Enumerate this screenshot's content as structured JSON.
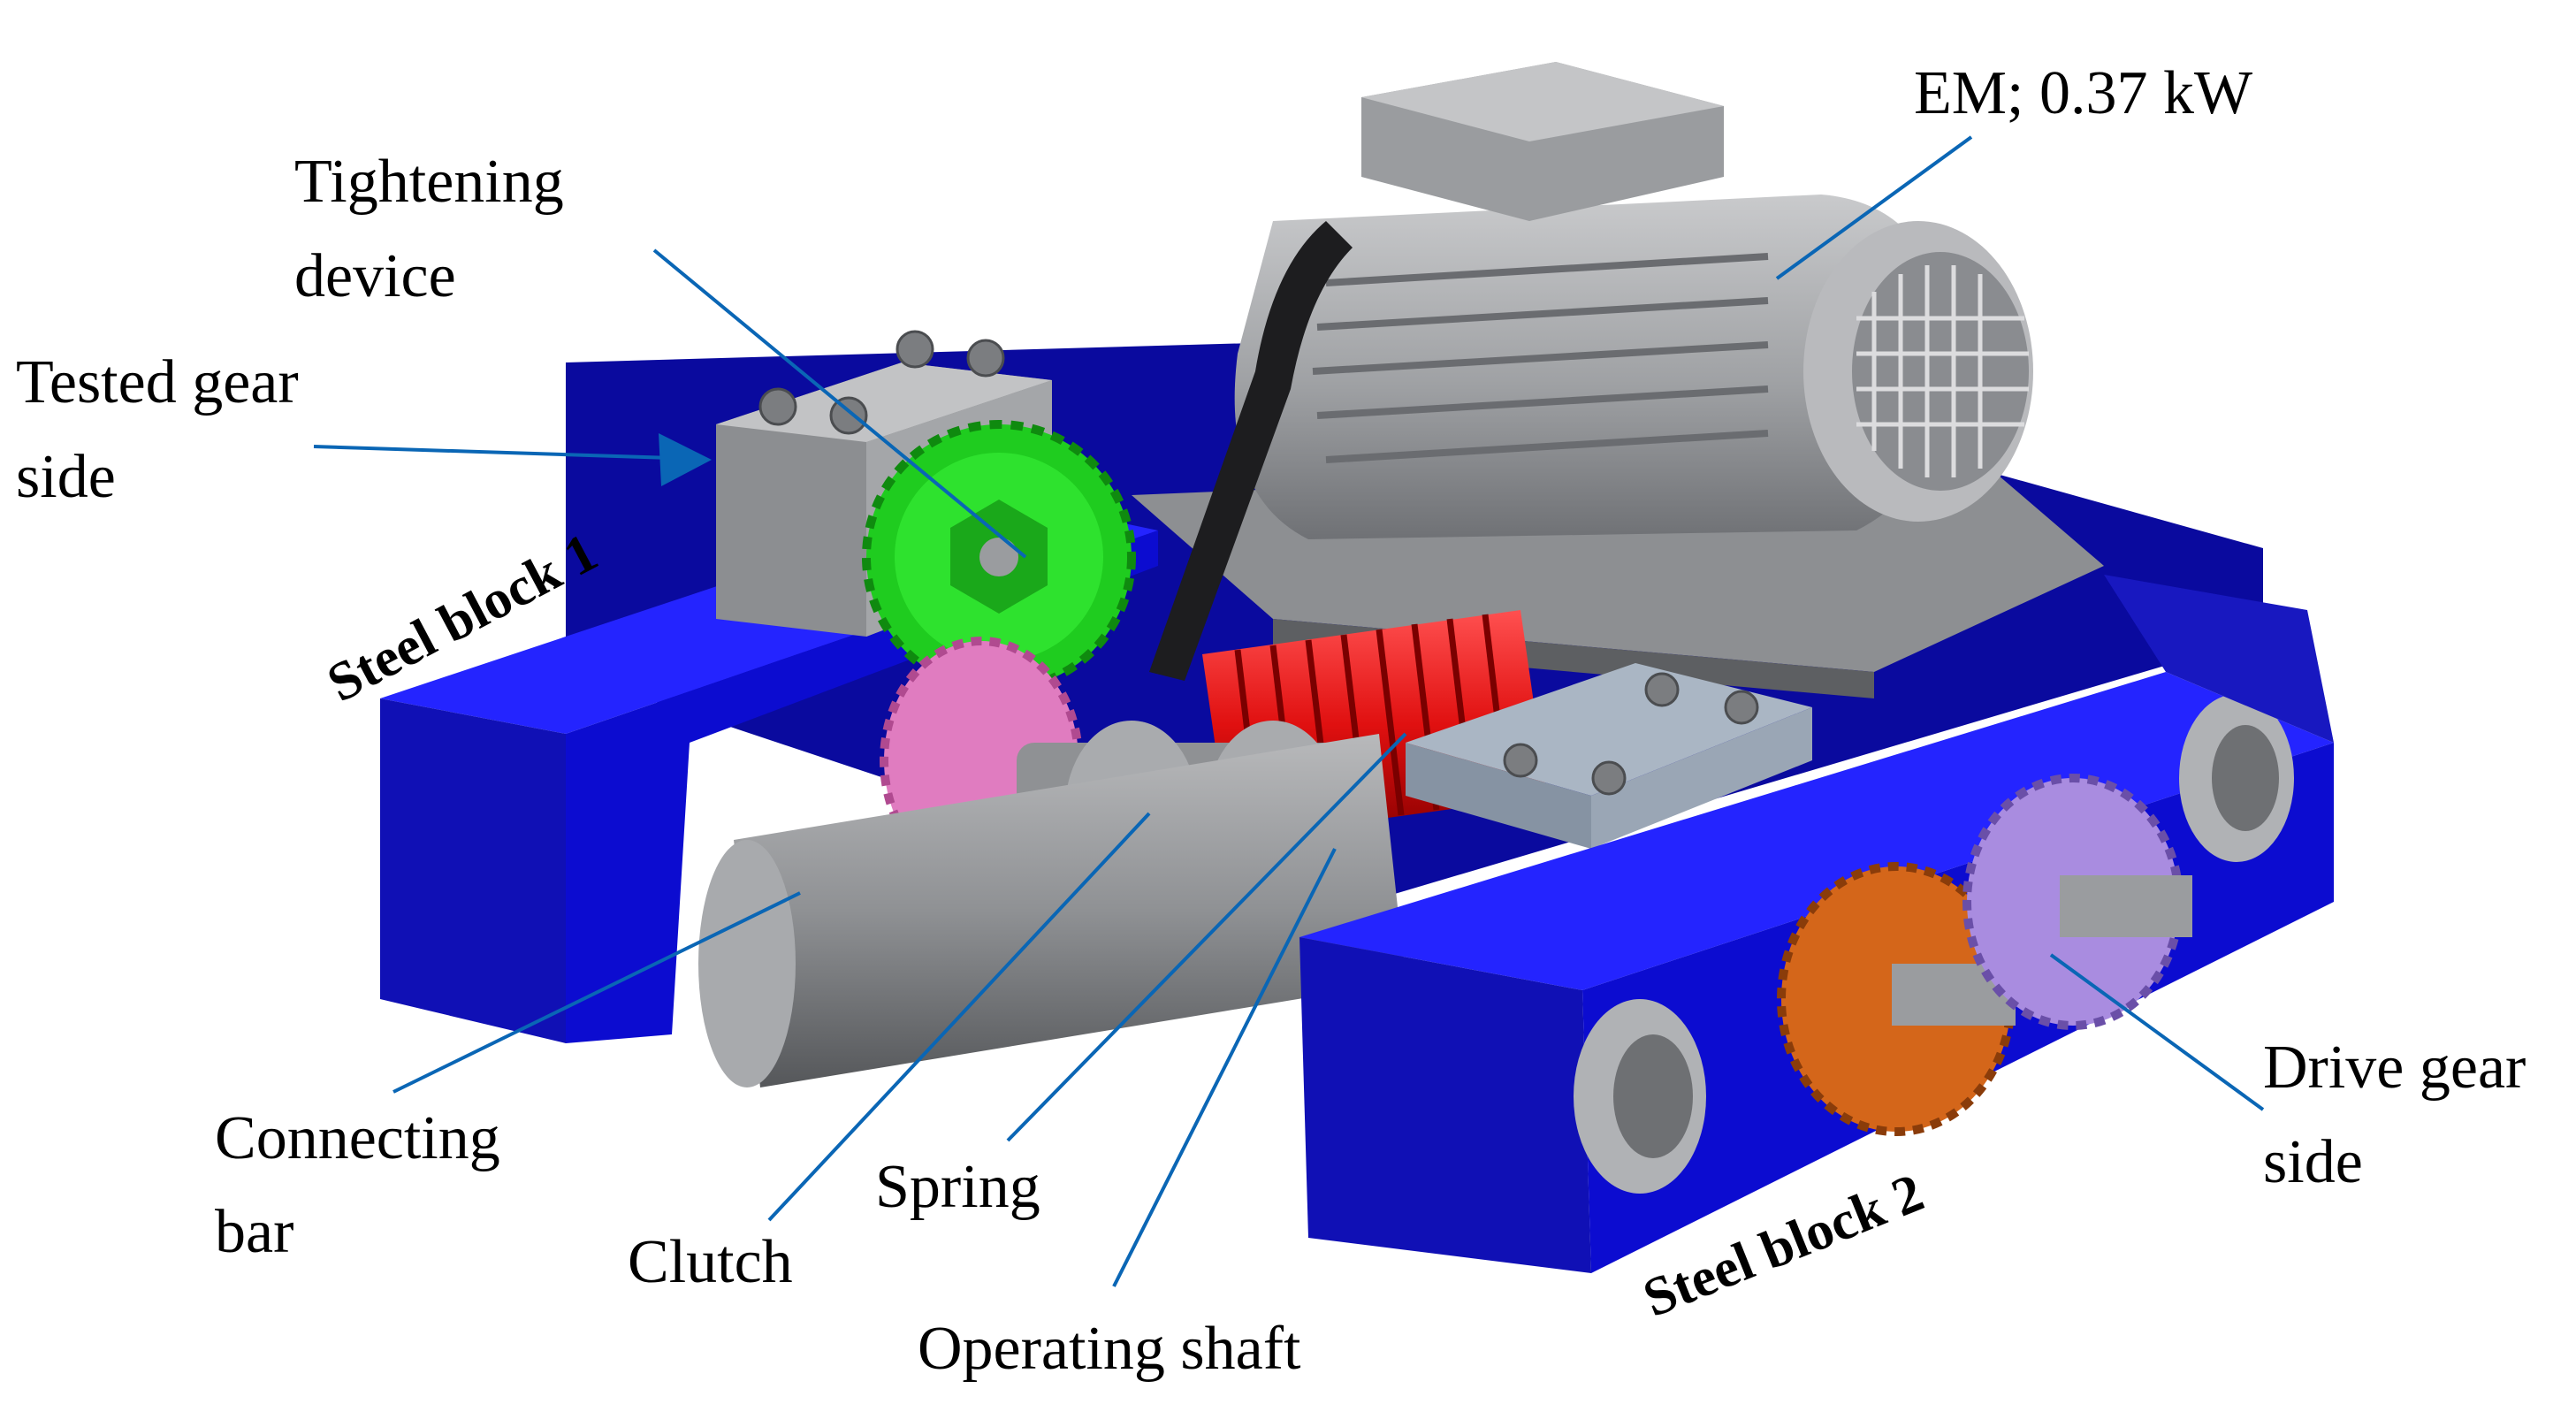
{
  "labels": {
    "tightening_device": [
      "Tightening",
      "device"
    ],
    "tested_gear_side": [
      "Tested gear",
      "side"
    ],
    "steel_block_1": "Steel block 1",
    "em": "EM; 0.37 kW",
    "connecting_bar": [
      "Connecting",
      "bar"
    ],
    "clutch": "Clutch",
    "spring": "Spring",
    "operating_shaft": "Operating shaft",
    "steel_block_2": "Steel block 2",
    "drive_gear_side": [
      "Drive gear",
      "side"
    ]
  },
  "colors": {
    "steel_blocks": "#1010cc",
    "motor": "#a7a9ac",
    "tested_gear": "#22dd22",
    "pinion_gear": "#e07cc0",
    "spring": "#e01010",
    "drive_gear_orange": "#d4661a",
    "drive_gear_violet": "#a98ce0",
    "leader_lines": "#0a66b5"
  }
}
